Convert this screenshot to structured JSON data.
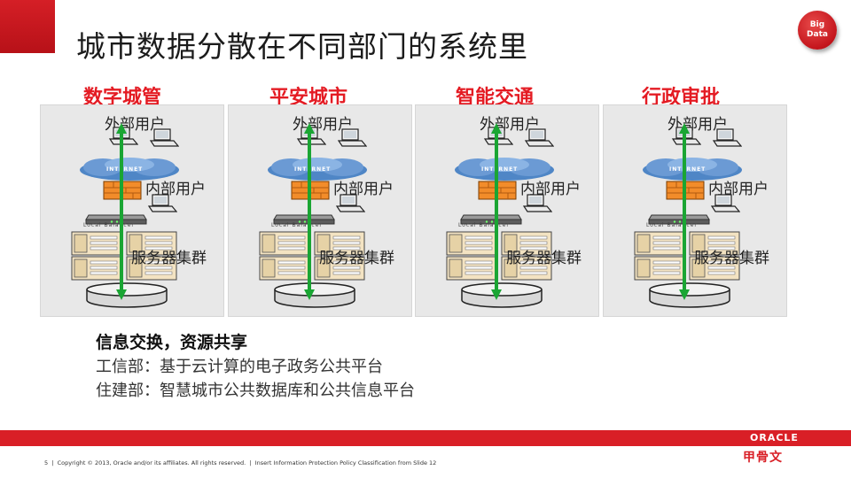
{
  "title": "城市数据分散在不同部门的系统里",
  "badge": {
    "line1": "Big",
    "line2": "Data"
  },
  "panels": [
    {
      "title": "数字城管",
      "external": "外部用户",
      "internal": "内部用户",
      "servers": "服务器集群",
      "internet": "INTERNET",
      "balancer": "Local Balancer"
    },
    {
      "title": "平安城市",
      "external": "外部用户",
      "internal": "内部用户",
      "servers": "服务器集群",
      "internet": "INTERNET",
      "balancer": "Local Balancer"
    },
    {
      "title": "智能交通",
      "external": "外部用户",
      "internal": "内部用户",
      "servers": "服务器集群",
      "internet": "INTERNET",
      "balancer": "Local Balancer"
    },
    {
      "title": "行政审批",
      "external": "外部用户",
      "internal": "内部用户",
      "servers": "服务器集群",
      "internet": "INTERNET",
      "balancer": "Local Balancer"
    }
  ],
  "info": {
    "heading": "信息交换，资源共享",
    "lines": [
      "工信部：基于云计算的电子政务公共平台",
      "住建部：智慧城市公共数据库和公共信息平台"
    ]
  },
  "footer": {
    "page": "5",
    "copyright": "Copyright © 2013, Oracle and/or its affiliates. All rights reserved.",
    "classification": "Insert Information Protection Policy Classification from Slide 12",
    "oracle": "ORACLE",
    "cn_logo": "甲骨文"
  },
  "colors": {
    "accent": "#d91f26",
    "arrow": "#1aa533",
    "panel": "#e8e8e8"
  }
}
